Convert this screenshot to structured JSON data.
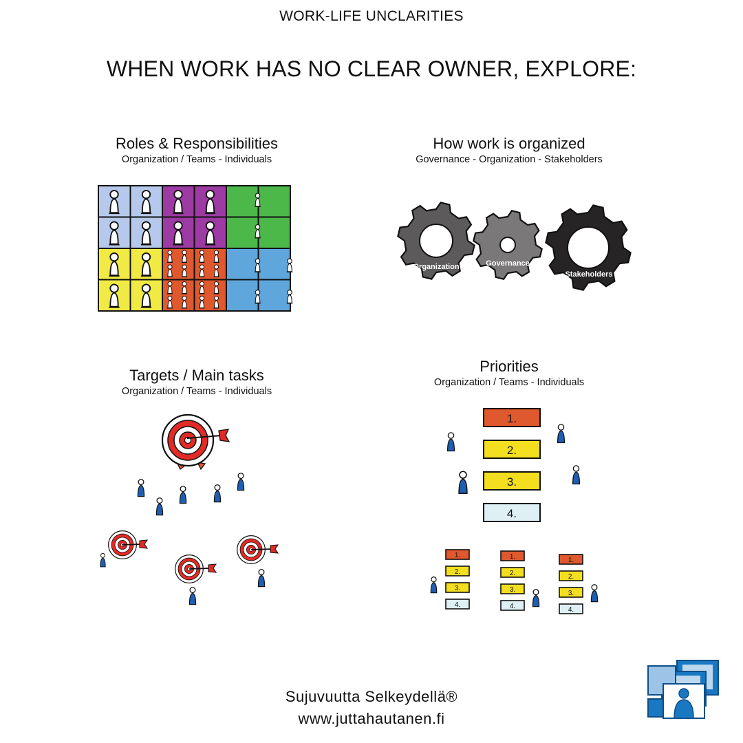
{
  "kicker": "WORK-LIFE UNCLARITIES",
  "headline": "WHEN WORK HAS NO CLEAR OWNER, EXPLORE:",
  "quadrants": [
    {
      "title": "Roles & Responsibilities",
      "subtitle": "Organization / Teams - Individuals"
    },
    {
      "title": "How work is organized",
      "subtitle": "Governance - Organization - Stakeholders"
    },
    {
      "title": "Targets / Main tasks",
      "subtitle": "Organization / Teams - Individuals"
    },
    {
      "title": "Priorities",
      "subtitle": "Organization / Teams - Individuals"
    }
  ],
  "gears": [
    {
      "label": "Organization",
      "color": "#5c5a5a"
    },
    {
      "label": "Governance",
      "color": "#7a7878"
    },
    {
      "label": "Stakeholders",
      "color": "#262424"
    }
  ],
  "priorities_main": [
    "1.",
    "2.",
    "3.",
    "4."
  ],
  "priorities_small": [
    "1.",
    "2.",
    "3.",
    "4."
  ],
  "priority_colors": [
    "#e0582e",
    "#f3df1f",
    "#f3df1f",
    "#dff0f4"
  ],
  "grid_colors": {
    "blue": "#b6c9ec",
    "purple": "#9e3aa3",
    "green": "#4cb84a",
    "yellow": "#f1ea45",
    "orange": "#e0582e",
    "lightblue": "#5fa6dc"
  },
  "person_color": "#1f5fb3",
  "target_color": "#e22a26",
  "footer": {
    "brand": "Sujuvuutta Selkeydellä®",
    "url": "www.juttahautanen.fi"
  }
}
